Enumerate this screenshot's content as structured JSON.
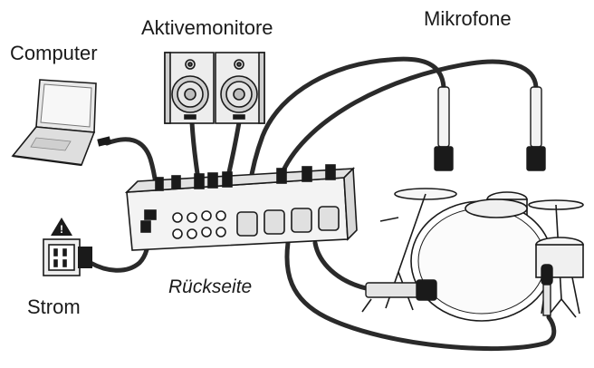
{
  "labels": {
    "computer": "Computer",
    "active_monitors": "Aktivemonitore",
    "microphones": "Mikrofone",
    "power": "Strom",
    "rear_side": "Rückseite"
  },
  "icons": {
    "laptop": "laptop-icon",
    "studio_monitors": "studio-monitor-icon",
    "microphone": "microphone-icon",
    "power_outlet": "power-outlet-icon",
    "warning": "warning-icon",
    "mixer": "mixer-rear-panel-icon",
    "drum_kit": "drum-kit-icon"
  },
  "colors": {
    "ink": "#1a1a1a",
    "cable": "#2a2a2a",
    "background": "#ffffff"
  }
}
